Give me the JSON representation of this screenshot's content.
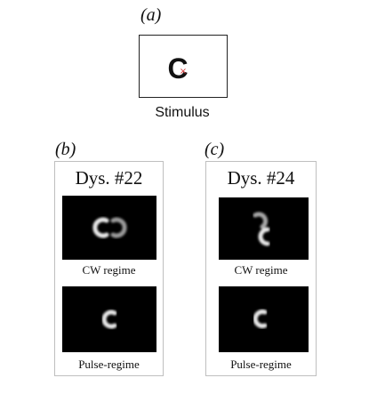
{
  "panel_a": {
    "label": "(a)",
    "caption": "Stimulus",
    "stimulus_glyph": "C",
    "fixation_mark": "×",
    "fixation_color": "#d33333",
    "glyph_color": "#111111"
  },
  "panel_b": {
    "label": "(b)",
    "title": "Dys. #22",
    "image_top": {
      "caption": "CW regime",
      "perceived": "doubled-c-mirrored"
    },
    "image_bottom": {
      "caption": "Pulse-regime",
      "perceived": "single-c"
    }
  },
  "panel_c": {
    "label": "(c)",
    "title": "Dys. #24",
    "image_top": {
      "caption": "CW regime",
      "perceived": "vertically-doubled-c"
    },
    "image_bottom": {
      "caption": "Pulse-regime",
      "perceived": "single-c"
    }
  },
  "colors": {
    "background": "#ffffff",
    "image_background": "#000000",
    "glyph_glow": "#e8e8e8",
    "card_border": "#bfbfbf"
  }
}
